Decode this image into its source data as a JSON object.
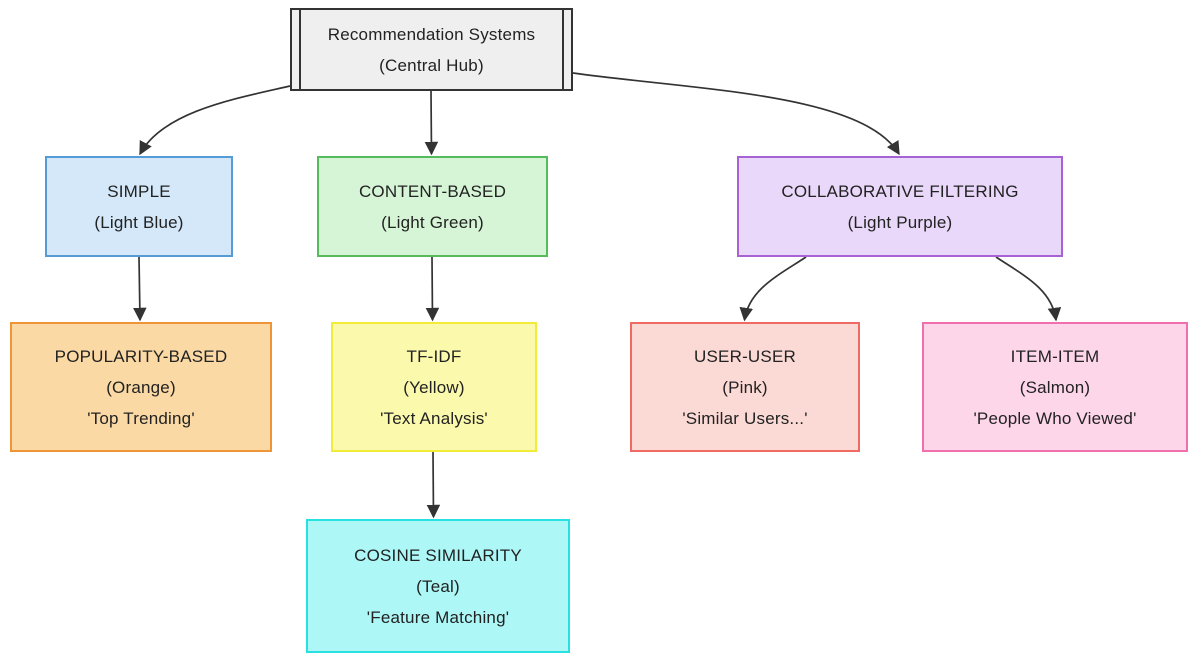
{
  "canvas": {
    "background": "#ffffff",
    "edge_color": "#333333",
    "text_color": "#222222"
  },
  "nodes": {
    "hub": {
      "lines": [
        "Recommendation Systems",
        "(Central Hub)"
      ],
      "fill": "#efefef",
      "border": "#333333",
      "shape": "subroutine"
    },
    "simple": {
      "lines": [
        "SIMPLE",
        "(Light Blue)"
      ],
      "fill": "#d4e8fa",
      "border": "#559bd6"
    },
    "content": {
      "lines": [
        "CONTENT-BASED",
        "(Light Green)"
      ],
      "fill": "#d6f5d6",
      "border": "#57ba5c"
    },
    "collab": {
      "lines": [
        "COLLABORATIVE FILTERING",
        "(Light Purple)"
      ],
      "fill": "#e9d8f9",
      "border": "#a763d4"
    },
    "popularity": {
      "lines": [
        "POPULARITY-BASED",
        "(Orange)",
        "'Top Trending'"
      ],
      "fill": "#fbd9a4",
      "border": "#ee9537"
    },
    "tfidf": {
      "lines": [
        "TF-IDF",
        "(Yellow)",
        "'Text Analysis'"
      ],
      "fill": "#fbf9ac",
      "border": "#f2ec38"
    },
    "useruser": {
      "lines": [
        "USER-USER",
        "(Pink)",
        "'Similar Users...'"
      ],
      "fill": "#fbd9d5",
      "border": "#ef6a62"
    },
    "itemitem": {
      "lines": [
        "ITEM-ITEM",
        "(Salmon)",
        "'People Who Viewed'"
      ],
      "fill": "#fdd6ea",
      "border": "#f06fae"
    },
    "cosine": {
      "lines": [
        "COSINE SIMILARITY",
        "(Teal)",
        "'Feature Matching'"
      ],
      "fill": "#adf7f7",
      "border": "#27e0e0"
    }
  },
  "edges": [
    {
      "from": "hub",
      "to": "simple"
    },
    {
      "from": "hub",
      "to": "content"
    },
    {
      "from": "hub",
      "to": "collab"
    },
    {
      "from": "simple",
      "to": "popularity"
    },
    {
      "from": "content",
      "to": "tfidf"
    },
    {
      "from": "collab",
      "to": "useruser"
    },
    {
      "from": "collab",
      "to": "itemitem"
    },
    {
      "from": "tfidf",
      "to": "cosine"
    }
  ]
}
